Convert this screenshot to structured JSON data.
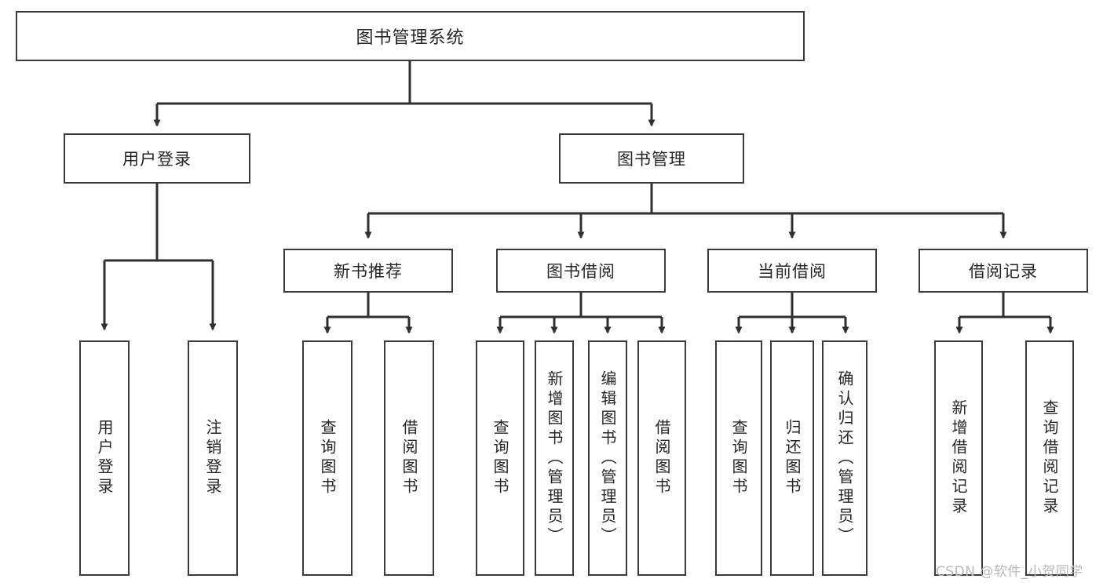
{
  "diagram": {
    "type": "tree",
    "title": "图书管理系统",
    "root": {
      "id": "root",
      "label": "图书管理系统"
    },
    "level1": [
      {
        "id": "user-login",
        "label": "用户登录"
      },
      {
        "id": "book-manage",
        "label": "图书管理"
      }
    ],
    "level2": [
      {
        "id": "new-book-recommend",
        "label": "新书推荐",
        "parent": "book-manage"
      },
      {
        "id": "book-borrow",
        "label": "图书借阅",
        "parent": "book-manage"
      },
      {
        "id": "current-borrow",
        "label": "当前借阅",
        "parent": "book-manage"
      },
      {
        "id": "borrow-record",
        "label": "借阅记录",
        "parent": "book-manage"
      }
    ],
    "leaves": [
      {
        "id": "leaf-user-login",
        "label": "用户登录",
        "parent": "user-login"
      },
      {
        "id": "leaf-user-logout",
        "label": "注销登录",
        "parent": "user-login"
      },
      {
        "id": "leaf-query-book-1",
        "label": "查询图书",
        "parent": "new-book-recommend"
      },
      {
        "id": "leaf-borrow-book-1",
        "label": "借阅图书",
        "parent": "new-book-recommend"
      },
      {
        "id": "leaf-query-book-2",
        "label": "查询图书",
        "parent": "book-borrow"
      },
      {
        "id": "leaf-add-book",
        "label": "新增图书（管理员）",
        "parent": "book-borrow"
      },
      {
        "id": "leaf-edit-book",
        "label": "编辑图书（管理员）",
        "parent": "book-borrow"
      },
      {
        "id": "leaf-borrow-book-2",
        "label": "借阅图书",
        "parent": "book-borrow"
      },
      {
        "id": "leaf-query-book-3",
        "label": "查询图书",
        "parent": "current-borrow"
      },
      {
        "id": "leaf-return-book",
        "label": "归还图书",
        "parent": "current-borrow"
      },
      {
        "id": "leaf-confirm-return",
        "label": "确认归还（管理员）",
        "parent": "current-borrow"
      },
      {
        "id": "leaf-add-record",
        "label": "新增借阅记录",
        "parent": "borrow-record"
      },
      {
        "id": "leaf-query-record",
        "label": "查询借阅记录",
        "parent": "borrow-record"
      }
    ],
    "colors": {
      "stroke": "#3a3a3a",
      "text": "#262626",
      "background": "#ffffff",
      "watermark": "#b9b9b9"
    }
  },
  "watermark": {
    "text": "CSDN @软件_小贺同学"
  }
}
